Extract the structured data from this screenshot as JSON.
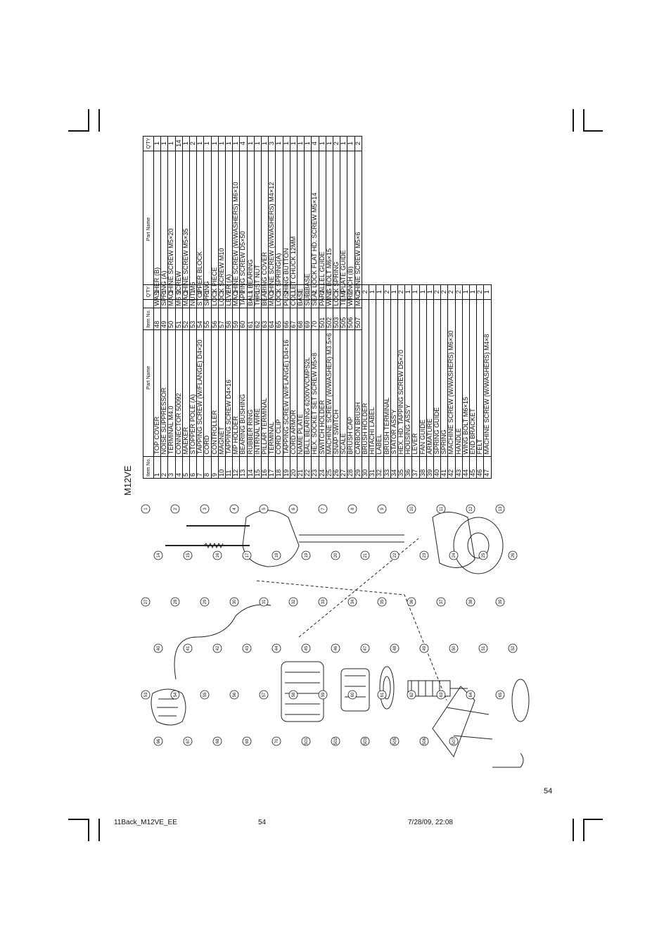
{
  "model": "M12VE",
  "headers": {
    "item_no": "Item No.",
    "part_name": "Part Name",
    "qty": "Q'TY"
  },
  "parts_a": [
    [
      "1",
      "TOP COVER",
      "1"
    ],
    [
      "2",
      "NOISE SUPPRESSOR",
      "1"
    ],
    [
      "3",
      "TERMINAL M4.0",
      "1"
    ],
    [
      "4",
      "CONNECTOR 50092",
      "2"
    ],
    [
      "5",
      "MAEKER",
      "1"
    ],
    [
      "6",
      "STOPPER POLE (A)",
      "1"
    ],
    [
      "7",
      "TAPPING SCREW (W/FLANGE) D4×20",
      "2"
    ],
    [
      "8",
      "CORD",
      "1"
    ],
    [
      "9",
      "CONTROLLER",
      "1"
    ],
    [
      "10",
      "MAGNET",
      "1"
    ],
    [
      "11",
      "TAPPING SCREW D4×16",
      "2"
    ],
    [
      "12",
      "MP HOLDER",
      "1"
    ],
    [
      "13",
      "BEARING BUSHING",
      "1"
    ],
    [
      "14",
      "RUBBER RING",
      "1"
    ],
    [
      "15",
      "INTRNAL WIRE",
      "1"
    ],
    [
      "16",
      "PILLAR TERMINAL",
      "1"
    ],
    [
      "17",
      "TERMINAL",
      "1"
    ],
    [
      "18",
      "CORD CLIP",
      "1"
    ],
    [
      "19",
      "TAPPING SCREW (W/FLANGE) D4×16",
      "2"
    ],
    [
      "20",
      "CORD ARMOR",
      "1"
    ],
    [
      "21",
      "NAME PLATE",
      "1"
    ],
    [
      "22",
      "BALL BEARING 6200VVCMPS2L",
      "1"
    ],
    [
      "23",
      "HEX. SOCKET SET SCREW M5×8",
      "2"
    ],
    [
      "24",
      "SWITCH HOLDER",
      "1"
    ],
    [
      "25",
      "MACHINE SCREW (W/WASHER) M3.5×6",
      "2"
    ],
    [
      "26",
      "SNAP SWITCH",
      "1"
    ],
    [
      "27",
      "SCALE",
      "1"
    ],
    [
      "28",
      "BRUSH CAP",
      "2"
    ],
    [
      "29",
      "CARBON BRUSH",
      "2"
    ],
    [
      "30",
      "BRUSH HOLDER",
      "2"
    ],
    [
      "31",
      "HITACHI LABEL",
      "1"
    ],
    [
      "32",
      "LABEL",
      "1"
    ],
    [
      "33",
      "BRUSH TERMINAL",
      "2"
    ],
    [
      "34",
      "STATOR ASS'Y",
      "1"
    ],
    [
      "35",
      "HEX. HD. TAPPING SCREW D5×70",
      "2"
    ],
    [
      "36",
      "HOUSING ASS'Y",
      "1"
    ],
    [
      "37",
      "LEVER",
      "1"
    ],
    [
      "38",
      "FAN GUIDE",
      "1"
    ],
    [
      "39",
      "ARMATURE",
      "1"
    ],
    [
      "40",
      "SPRING GUIDE",
      "2"
    ],
    [
      "41",
      "SPRING",
      "2"
    ],
    [
      "42",
      "MACHINE SCREW (W/WASHERS) M6×30",
      "2"
    ],
    [
      "43",
      "HANDLE",
      "2"
    ],
    [
      "44",
      "WING BOLT M6×15",
      "1"
    ],
    [
      "45",
      "END BRACKET",
      "1"
    ],
    [
      "46",
      "FELT",
      "2"
    ],
    [
      "47",
      "MACHINE SCREW (W/WASHERS) M4×8",
      "1"
    ]
  ],
  "parts_b": [
    [
      "48",
      "WASHER (B)",
      "1"
    ],
    [
      "49",
      "SPRING (A)",
      "1"
    ],
    [
      "50",
      "MACHINE SCREW M5×20",
      "1"
    ],
    [
      "51",
      "M6 SCREW",
      "14"
    ],
    [
      "52",
      "MACHINE SCREW M5×35",
      "1"
    ],
    [
      "53",
      "NUT M5",
      "2"
    ],
    [
      "54",
      "STOPPER BLOCK",
      "1"
    ],
    [
      "55",
      "SPRING",
      "1"
    ],
    [
      "56",
      "LOCK PIECE",
      "1"
    ],
    [
      "57",
      "LOCK SCREW M10",
      "1"
    ],
    [
      "58",
      "LEVER (A)",
      "1"
    ],
    [
      "59",
      "MACHINE SCREW (W/WASHERS) M6×10",
      "1"
    ],
    [
      "60",
      "TAPPING SCREW D5×50",
      "4"
    ],
    [
      "61",
      "BALL BEARING",
      "1"
    ],
    [
      "62",
      "THRUST NUT",
      "1"
    ],
    [
      "63",
      "BEARING COVER",
      "1"
    ],
    [
      "64",
      "MACHINE SCREW (W/WASHERS) M4×12",
      "3"
    ],
    [
      "65",
      "LOCK SPRING(A)",
      "1"
    ],
    [
      "66",
      "PUSHING BUTTON",
      "1"
    ],
    [
      "67",
      "COLLET CHUCK 12MM",
      "1"
    ],
    [
      "68",
      "BASE",
      "1"
    ],
    [
      "69",
      "SUB BASE",
      "1"
    ],
    [
      "70",
      "SEAL LOCK FLAT HD. SCREW M5×14",
      "4"
    ],
    [
      "501",
      "PARALLEL GUIDE",
      "1"
    ],
    [
      "502",
      "WING BOLT M6×15",
      "1"
    ],
    [
      "503",
      "LOCK SPRING",
      "2"
    ],
    [
      "505",
      "TEMPLATE GUIDE",
      "1"
    ],
    [
      "506",
      "WRENCH (B)",
      "1"
    ],
    [
      "507",
      "MACHINE SCREW M5×6",
      "2"
    ]
  ],
  "callouts": [
    {
      "n": "1"
    },
    {
      "n": "2"
    },
    {
      "n": "3"
    },
    {
      "n": "4"
    },
    {
      "n": "5"
    },
    {
      "n": "6"
    },
    {
      "n": "7"
    },
    {
      "n": "8"
    },
    {
      "n": "9"
    },
    {
      "n": "10"
    },
    {
      "n": "11"
    },
    {
      "n": "12"
    },
    {
      "n": "13"
    },
    {
      "n": "14"
    },
    {
      "n": "15"
    },
    {
      "n": "16"
    },
    {
      "n": "17"
    },
    {
      "n": "18"
    },
    {
      "n": "19"
    },
    {
      "n": "20"
    },
    {
      "n": "21"
    },
    {
      "n": "22"
    },
    {
      "n": "23"
    },
    {
      "n": "24"
    },
    {
      "n": "25"
    },
    {
      "n": "26"
    },
    {
      "n": "27"
    },
    {
      "n": "28"
    },
    {
      "n": "29"
    },
    {
      "n": "30"
    },
    {
      "n": "31"
    },
    {
      "n": "32"
    },
    {
      "n": "33"
    },
    {
      "n": "34"
    },
    {
      "n": "35"
    },
    {
      "n": "36"
    },
    {
      "n": "37"
    },
    {
      "n": "38"
    },
    {
      "n": "39"
    },
    {
      "n": "40"
    },
    {
      "n": "41"
    },
    {
      "n": "42"
    },
    {
      "n": "43"
    },
    {
      "n": "44"
    },
    {
      "n": "45"
    },
    {
      "n": "46"
    },
    {
      "n": "47"
    },
    {
      "n": "48"
    },
    {
      "n": "49"
    },
    {
      "n": "50"
    },
    {
      "n": "51"
    },
    {
      "n": "52"
    },
    {
      "n": "53"
    },
    {
      "n": "54"
    },
    {
      "n": "55"
    },
    {
      "n": "56"
    },
    {
      "n": "57"
    },
    {
      "n": "58"
    },
    {
      "n": "59"
    },
    {
      "n": "60"
    },
    {
      "n": "61"
    },
    {
      "n": "62"
    },
    {
      "n": "63"
    },
    {
      "n": "64"
    },
    {
      "n": "65"
    },
    {
      "n": "66"
    },
    {
      "n": "67"
    },
    {
      "n": "68"
    },
    {
      "n": "69"
    },
    {
      "n": "70"
    },
    {
      "n": "501"
    },
    {
      "n": "502"
    },
    {
      "n": "503"
    },
    {
      "n": "505"
    },
    {
      "n": "506"
    },
    {
      "n": "507"
    }
  ],
  "page_number": "54",
  "footer": {
    "file": "11Back_M12VE_EE",
    "page": "54",
    "datetime": "7/28/09, 22:08"
  }
}
